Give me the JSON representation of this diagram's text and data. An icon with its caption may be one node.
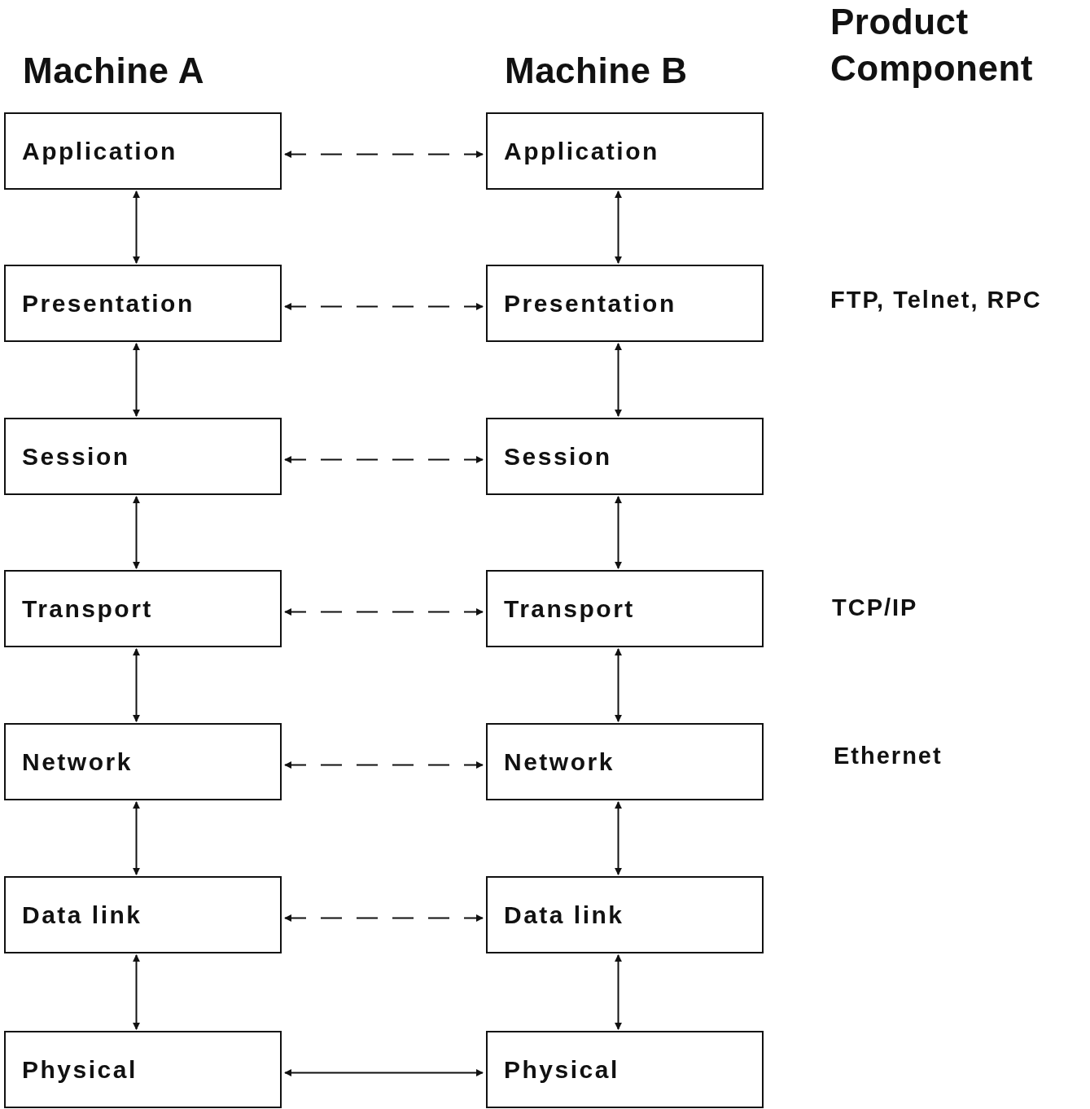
{
  "diagram": {
    "nodes": [
      {
        "text": [
          "Application"
        ]
      },
      {
        "text": [
          "Application"
        ]
      },
      {
        "text": [
          "Presentation"
        ]
      },
      {
        "text": [
          "Presentation"
        ]
      },
      {
        "text": [
          "Session"
        ]
      },
      {
        "text": [
          "Session"
        ]
      },
      {
        "text": [
          "Transport"
        ]
      },
      {
        "text": [
          "Transport"
        ]
      },
      {
        "text": [
          "Network"
        ]
      },
      {
        "text": [
          "Network"
        ]
      },
      {
        "text": [
          "Data link"
        ]
      },
      {
        "text": [
          "Data link"
        ]
      },
      {
        "text": [
          "Physical"
        ]
      },
      {
        "text": [
          "Physical"
        ]
      }
    ],
    "edges": [
      {
        "from": 0,
        "to": 1,
        "arrow": "both",
        "style": "dashed"
      },
      {
        "from": 0,
        "to": 2,
        "arrow": "both"
      },
      {
        "from": 1,
        "to": 3,
        "arrow": "both"
      },
      {
        "from": 2,
        "to": 3,
        "arrow": "both",
        "style": "dashed"
      },
      {
        "from": 2,
        "to": 4,
        "arrow": "both"
      },
      {
        "from": 3,
        "to": 5,
        "arrow": "both"
      },
      {
        "from": 4,
        "to": 5,
        "arrow": "both",
        "style": "dashed"
      },
      {
        "from": 4,
        "to": 6,
        "arrow": "both"
      },
      {
        "from": 5,
        "to": 7,
        "arrow": "both"
      },
      {
        "from": 6,
        "to": 7,
        "arrow": "both",
        "style": "dashed"
      },
      {
        "from": 6,
        "to": 8,
        "arrow": "both"
      },
      {
        "from": 7,
        "to": 9,
        "arrow": "both"
      },
      {
        "from": 8,
        "to": 9,
        "arrow": "both",
        "style": "dashed"
      },
      {
        "from": 8,
        "to": 10,
        "arrow": "both"
      },
      {
        "from": 9,
        "to": 11,
        "arrow": "both"
      },
      {
        "from": 10,
        "to": 11,
        "arrow": "both",
        "style": "dashed"
      },
      {
        "from": 10,
        "to": 12,
        "arrow": "both"
      },
      {
        "from": 11,
        "to": 13,
        "arrow": "both"
      },
      {
        "from": 12,
        "to": 13,
        "arrow": "both"
      }
    ],
    "labels": [
      "Product Component",
      "Machine A",
      "Machine B",
      "FTP, Telnet, RPC",
      "TCP/IP",
      "Ethernet"
    ]
  }
}
